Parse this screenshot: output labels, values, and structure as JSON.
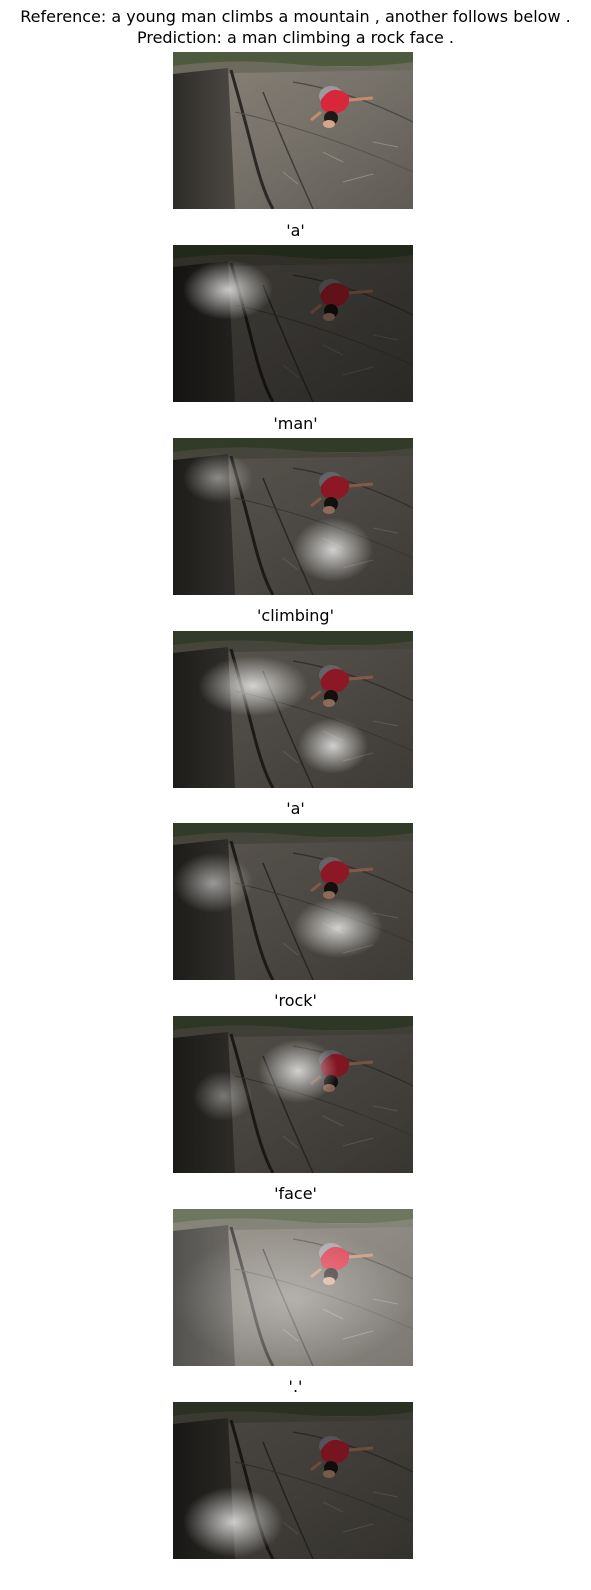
{
  "header": {
    "reference": "Reference: a young man climbs a mountain , another follows below .",
    "prediction": "Prediction: a man climbing a rock face ."
  },
  "panels": [
    {
      "word": "",
      "dim": 0.0,
      "attention": "none"
    },
    {
      "word": "'a'",
      "dim": 0.55,
      "attention": "upper-left crack area"
    },
    {
      "word": "'man'",
      "dim": 0.35,
      "attention": "lower center"
    },
    {
      "word": "'climbing'",
      "dim": 0.35,
      "attention": "left slab and lower center"
    },
    {
      "word": "'a'",
      "dim": 0.35,
      "attention": "left and lower center"
    },
    {
      "word": "'rock'",
      "dim": 0.4,
      "attention": "center near climber"
    },
    {
      "word": "'face'",
      "dim": 0.2,
      "attention": "diffuse"
    },
    {
      "word": "'.'",
      "dim": 0.45,
      "attention": "lower left crack"
    }
  ]
}
